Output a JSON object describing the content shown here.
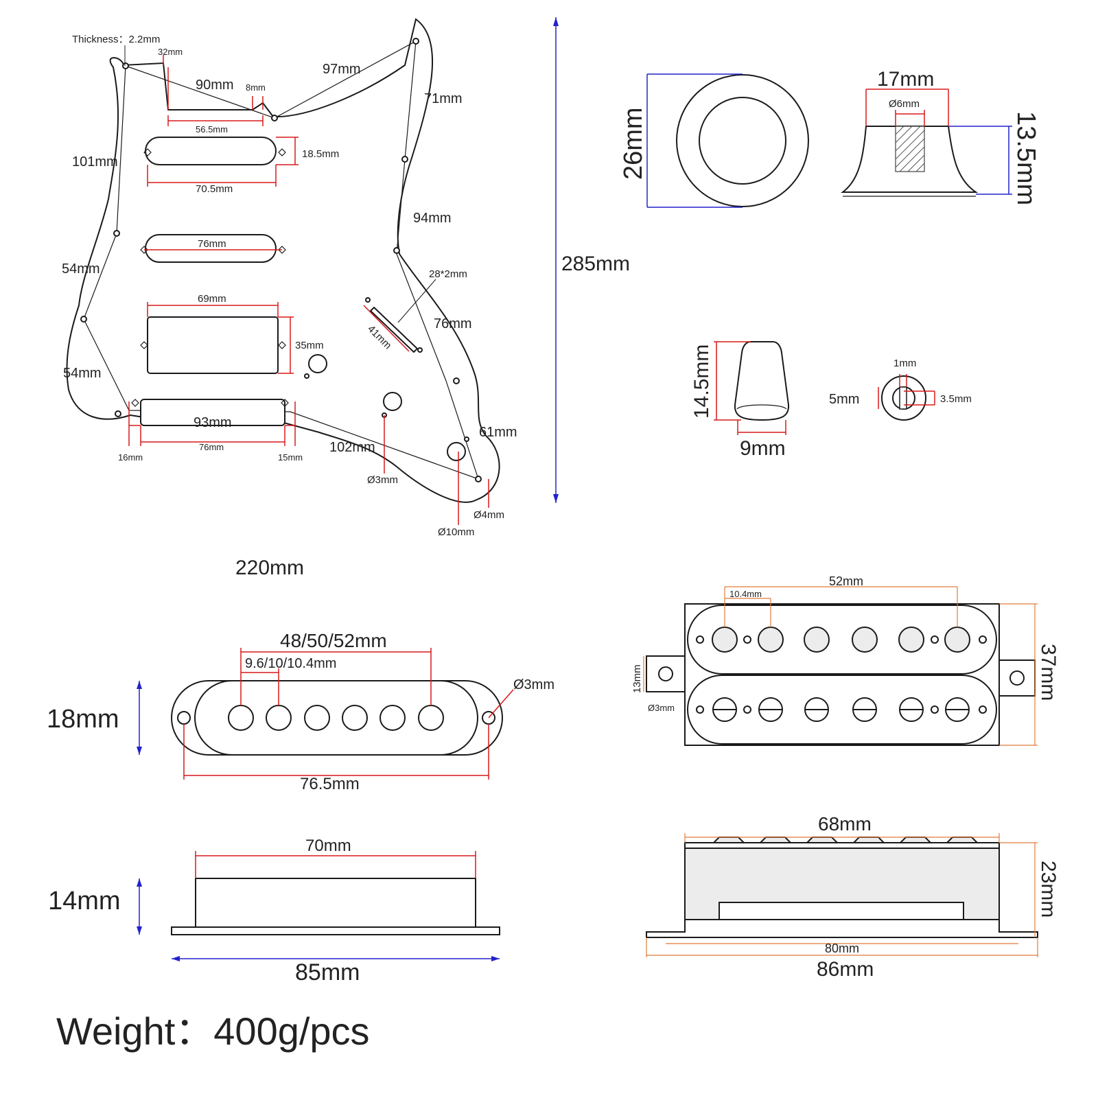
{
  "pickguard": {
    "thickness": "Thickness：2.2mm",
    "d32": "32mm",
    "d90": "90mm",
    "d8": "8mm",
    "d97": "97mm",
    "d71": "71mm",
    "d565": "56.5mm",
    "d101": "101mm",
    "d185": "18.5mm",
    "d705": "70.5mm",
    "d94": "94mm",
    "d76a": "76mm",
    "d54a": "54mm",
    "d28x2": "28*2mm",
    "d69": "69mm",
    "d41": "41mm",
    "d76b": "76mm",
    "d35": "35mm",
    "d54b": "54mm",
    "d93": "93mm",
    "d61": "61mm",
    "d16": "16mm",
    "d76c": "76mm",
    "d15": "15mm",
    "d102": "102mm",
    "dia3": "Ø3mm",
    "dia4": "Ø4mm",
    "dia10": "Ø10mm",
    "height": "285mm",
    "width": "220mm"
  },
  "knob": {
    "height": "26mm",
    "top_width": "17mm",
    "shaft": "Ø6mm",
    "depth": "13.5mm"
  },
  "switch_tip": {
    "height": "14.5mm",
    "width": "9mm",
    "slot": "1mm",
    "outer": "5mm",
    "inner": "3.5mm"
  },
  "single_coil": {
    "pole_span": "48/50/52mm",
    "pole_pitch": "9.6/10/10.4mm",
    "hole": "Ø3mm",
    "height": "18mm",
    "mount_span": "76.5mm",
    "top_length": "70mm",
    "side_height": "14mm",
    "base_length": "85mm"
  },
  "humbucker": {
    "pole_span": "52mm",
    "pole_pitch": "10.4mm",
    "height": "37mm",
    "ear": "13mm",
    "hole": "Ø3mm",
    "top_length": "68mm",
    "side_height": "23mm",
    "mount_span": "80mm",
    "base_length": "86mm"
  },
  "weight": "Weight：400g/pcs",
  "colors": {
    "outline": "#1a1a1a",
    "dimension_red": "#d81818",
    "dimension_blue": "#2222cc",
    "dimension_orange": "#e07b39"
  }
}
